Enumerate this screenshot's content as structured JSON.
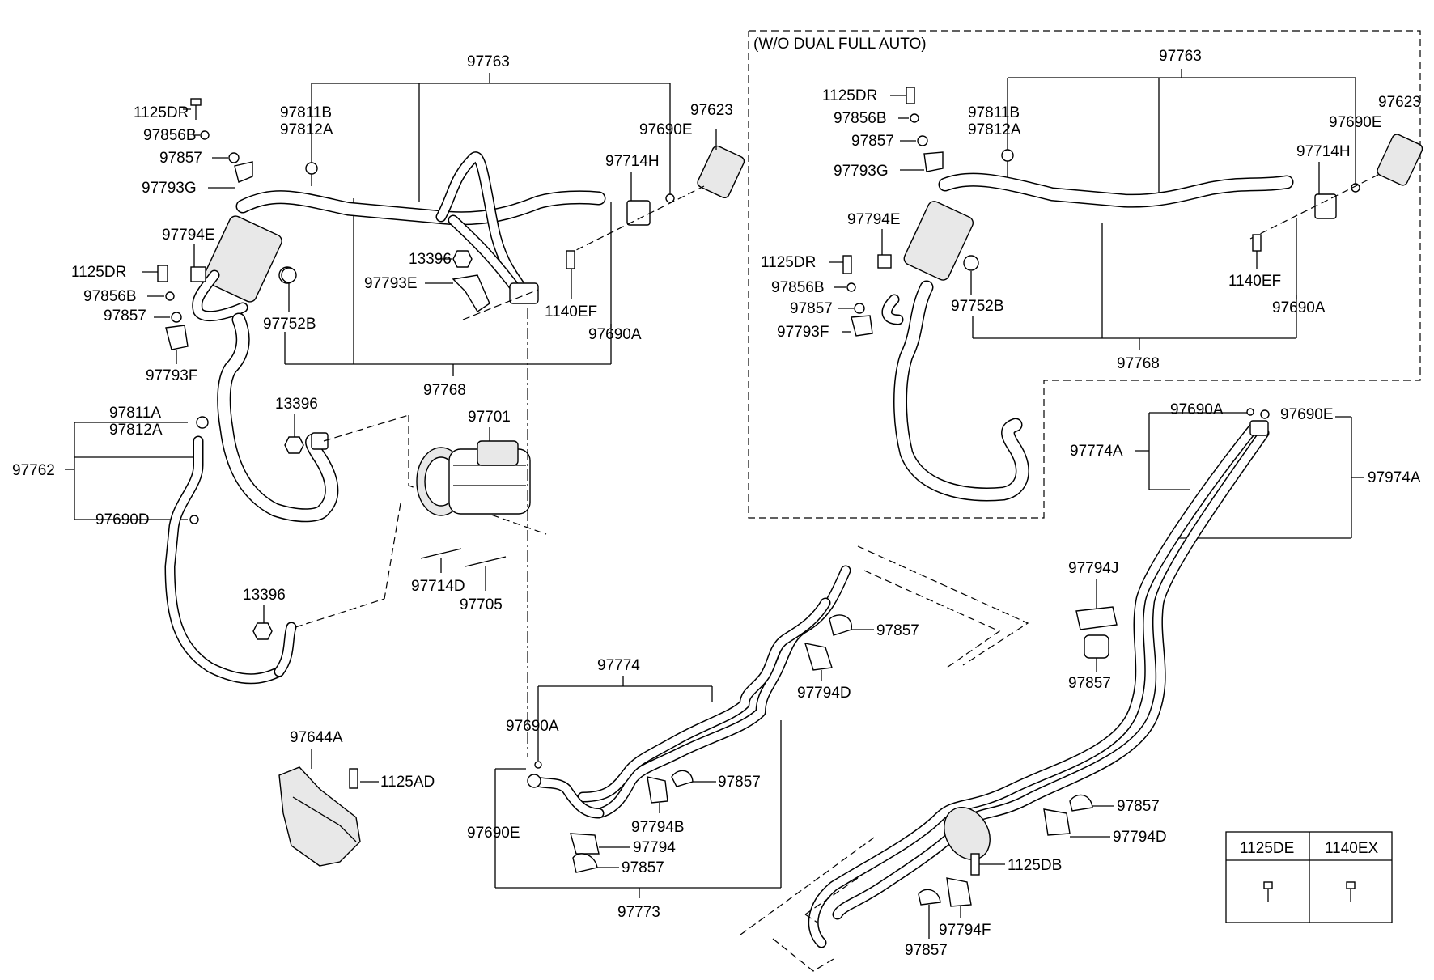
{
  "panel_caption": "(W/O DUAL FULL AUTO)",
  "table": {
    "headers": [
      "1125DE",
      "1140EX"
    ]
  },
  "labels": {
    "l_97763": "97763",
    "l_1125DR": "1125DR",
    "l_97856B": "97856B",
    "l_97857": "97857",
    "l_97793G": "97793G",
    "l_97811B": "97811B",
    "l_97812A": "97812A",
    "l_97690E": "97690E",
    "l_97623": "97623",
    "l_97714H": "97714H",
    "l_97794E": "97794E",
    "l_1125DR_b": "1125DR",
    "l_97856B_b": "97856B",
    "l_97857_b": "97857",
    "l_97793F": "97793F",
    "l_13396": "13396",
    "l_97793E": "97793E",
    "l_1140EF": "1140EF",
    "l_97690A": "97690A",
    "l_97752B": "97752B",
    "l_97768": "97768",
    "l_97811A": "97811A",
    "l_97812A_b": "97812A",
    "l_97762": "97762",
    "l_97690D": "97690D",
    "l_13396_b": "13396",
    "l_97701": "97701",
    "l_97714D": "97714D",
    "l_97705": "97705",
    "l_13396_c": "13396",
    "l_97644A": "97644A",
    "l_1125AD": "1125AD",
    "p_97763": "97763",
    "p_1125DR": "1125DR",
    "p_97856B": "97856B",
    "p_97857": "97857",
    "p_97793G": "97793G",
    "p_97811B": "97811B",
    "p_97812A": "97812A",
    "p_97690E": "97690E",
    "p_97623": "97623",
    "p_97714H": "97714H",
    "p_97794E": "97794E",
    "p_1125DR_b": "1125DR",
    "p_97856B_b": "97856B",
    "p_97857_b": "97857",
    "p_97793F": "97793F",
    "p_97752B": "97752B",
    "p_1140EF": "1140EF",
    "p_97690A": "97690A",
    "p_97768": "97768",
    "r_97690A": "97690A",
    "r_97690E": "97690E",
    "r_97774A": "97774A",
    "r_97974A": "97974A",
    "r_97794J": "97794J",
    "r_97857": "97857",
    "c_97857_a": "97857",
    "c_97794D_a": "97794D",
    "c_97774": "97774",
    "c_97690A": "97690A",
    "c_97857_b": "97857",
    "c_97794B": "97794B",
    "c_97794": "97794",
    "c_97857_c": "97857",
    "c_97690E": "97690E",
    "c_97773": "97773",
    "c_97857_d": "97857",
    "c_97794D_b": "97794D",
    "c_1125DB": "1125DB",
    "c_97794F": "97794F",
    "c_97857_e": "97857"
  }
}
